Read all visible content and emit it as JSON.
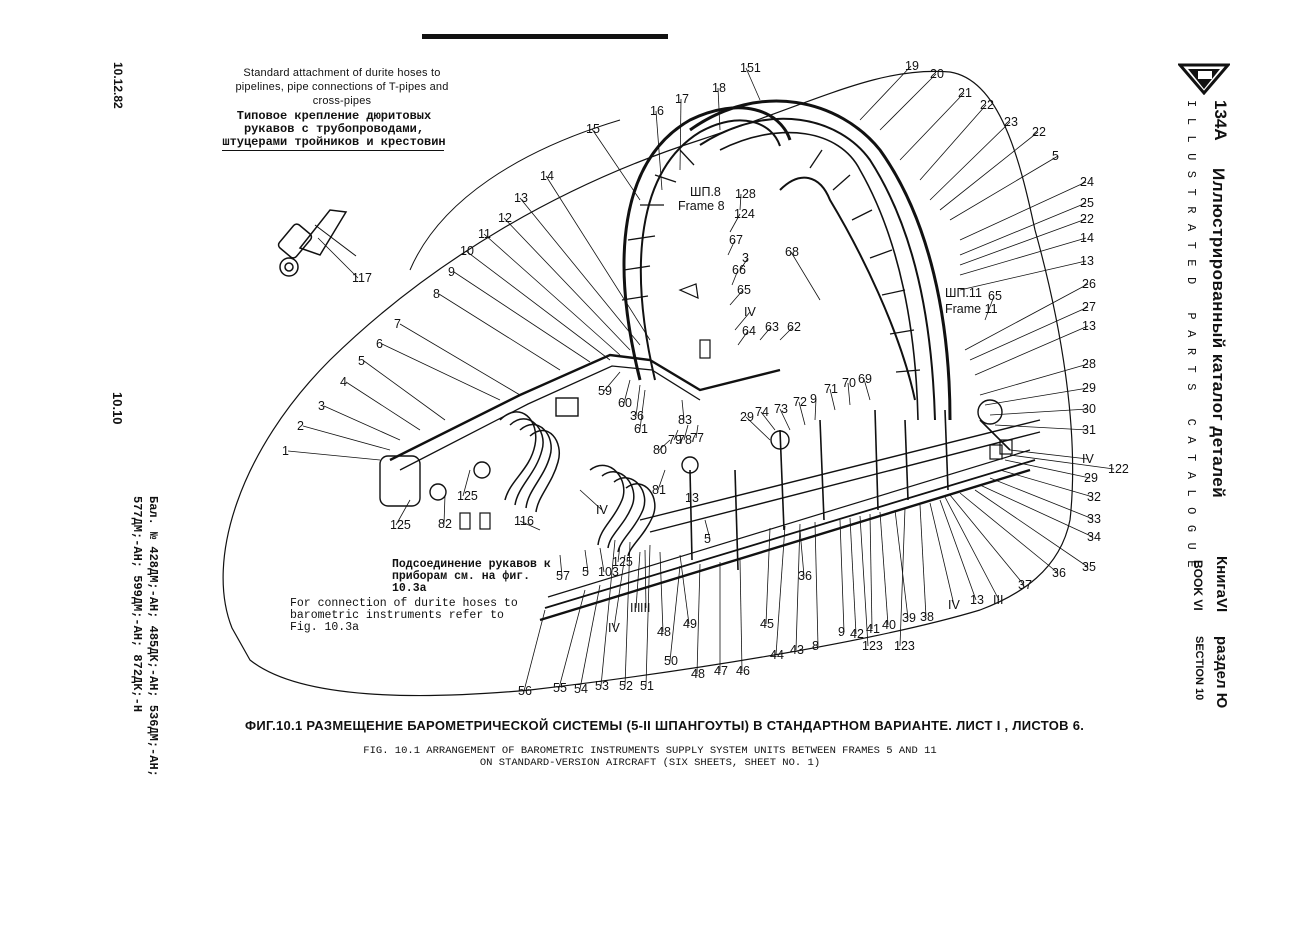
{
  "side_left": {
    "date": "10.12.82",
    "page_ref": "10.10",
    "applicability_line1": "Бал. № 428ДМ;-АН; 485ДК;-АН; 536ДМ;-АН;",
    "applicability_line2": "577ДМ;-АН; 599ДМ;-АН; 872ДК;-Н"
  },
  "side_right": {
    "model": "134A",
    "catalog_ru": "Иллюстрированный каталог деталей",
    "catalog_en": "ILLUSTRATED PARTS CATALOGUE",
    "book_ru": "КнигаVI",
    "section_ru": "раздел Ю",
    "book_en": "BOOK VI",
    "section_en": "SECTION 10"
  },
  "notes": {
    "standard_attachment_en": "Standard attachment of durite hoses to pipelines, pipe connections of T-pipes and cross-pipes",
    "standard_attachment_ru": "Типовое крепление дюритовых рукавов с трубопроводами, штуцерами тройников и крестовин",
    "connection_ru": "Подсоединение рукавов к приборам см. на фиг. 10.3а",
    "connection_en": "For connection of durite hoses to barometric instruments refer to Fig. 10.3a"
  },
  "frames": {
    "frame8_ru": "ШП.8",
    "frame8_en": "Frame 8",
    "frame11_ru": "ШП.11",
    "frame11_en": "Frame 11"
  },
  "caption": {
    "ru": "ФИГ.10.1 РАЗМЕЩЕНИЕ БАРОМЕТРИЧЕСКОЙ СИСТЕМЫ (5-II ШПАНГОУТЫ) В СТАНДАРТНОМ ВАРИАНТЕ. ЛИСТ I , ЛИСТОВ 6.",
    "en_line1": "FIG. 10.1 ARRANGEMENT OF BAROMETRIC INSTRUMENTS SUPPLY SYSTEM UNITS BETWEEN FRAMES 5 AND 11",
    "en_line2": "ON STANDARD-VERSION AIRCRAFT (SIX SHEETS, SHEET NO. 1)"
  },
  "callouts": [
    {
      "label": "117"
    },
    {
      "label": "1"
    },
    {
      "label": "2"
    },
    {
      "label": "3"
    },
    {
      "label": "4"
    },
    {
      "label": "5"
    },
    {
      "label": "6"
    },
    {
      "label": "7"
    },
    {
      "label": "8"
    },
    {
      "label": "9"
    },
    {
      "label": "10"
    },
    {
      "label": "11"
    },
    {
      "label": "12"
    },
    {
      "label": "13"
    },
    {
      "label": "14"
    },
    {
      "label": "15"
    },
    {
      "label": "16"
    },
    {
      "label": "17"
    },
    {
      "label": "18"
    },
    {
      "label": "151"
    },
    {
      "label": "19"
    },
    {
      "label": "20"
    },
    {
      "label": "21"
    },
    {
      "label": "22"
    },
    {
      "label": "23"
    },
    {
      "label": "22"
    },
    {
      "label": "5"
    },
    {
      "label": "24"
    },
    {
      "label": "25"
    },
    {
      "label": "22"
    },
    {
      "label": "14"
    },
    {
      "label": "13"
    },
    {
      "label": "26"
    },
    {
      "label": "27"
    },
    {
      "label": "13"
    },
    {
      "label": "28"
    },
    {
      "label": "29"
    },
    {
      "label": "30"
    },
    {
      "label": "31"
    },
    {
      "label": "IV"
    },
    {
      "label": "122"
    },
    {
      "label": "29"
    },
    {
      "label": "32"
    },
    {
      "label": "33"
    },
    {
      "label": "34"
    },
    {
      "label": "35"
    },
    {
      "label": "36"
    },
    {
      "label": "37"
    },
    {
      "label": "III"
    },
    {
      "label": "13"
    },
    {
      "label": "IV"
    },
    {
      "label": "38"
    },
    {
      "label": "123"
    },
    {
      "label": "39"
    },
    {
      "label": "40"
    },
    {
      "label": "41"
    },
    {
      "label": "123"
    },
    {
      "label": "42"
    },
    {
      "label": "9"
    },
    {
      "label": "8"
    },
    {
      "label": "43"
    },
    {
      "label": "44"
    },
    {
      "label": "45"
    },
    {
      "label": "46"
    },
    {
      "label": "47"
    },
    {
      "label": "48"
    },
    {
      "label": "50"
    },
    {
      "label": "49"
    },
    {
      "label": "48"
    },
    {
      "label": "51"
    },
    {
      "label": "52"
    },
    {
      "label": "53"
    },
    {
      "label": "54"
    },
    {
      "label": "55"
    },
    {
      "label": "56"
    },
    {
      "label": "57"
    },
    {
      "label": "5"
    },
    {
      "label": "103"
    },
    {
      "label": "125"
    },
    {
      "label": "116"
    },
    {
      "label": "IV"
    },
    {
      "label": "III"
    },
    {
      "label": "III"
    },
    {
      "label": "IV"
    },
    {
      "label": "82"
    },
    {
      "label": "125"
    },
    {
      "label": "125"
    },
    {
      "label": "128"
    },
    {
      "label": "124"
    },
    {
      "label": "67"
    },
    {
      "label": "3"
    },
    {
      "label": "66"
    },
    {
      "label": "65"
    },
    {
      "label": "IV"
    },
    {
      "label": "64"
    },
    {
      "label": "63"
    },
    {
      "label": "62"
    },
    {
      "label": "59"
    },
    {
      "label": "60"
    },
    {
      "label": "36"
    },
    {
      "label": "61"
    },
    {
      "label": "83"
    },
    {
      "label": "80"
    },
    {
      "label": "79"
    },
    {
      "label": "78"
    },
    {
      "label": "77"
    },
    {
      "label": "81"
    },
    {
      "label": "13"
    },
    {
      "label": "5"
    },
    {
      "label": "29"
    },
    {
      "label": "74"
    },
    {
      "label": "73"
    },
    {
      "label": "72"
    },
    {
      "label": "9"
    },
    {
      "label": "71"
    },
    {
      "label": "70"
    },
    {
      "label": "69"
    },
    {
      "label": "68"
    },
    {
      "label": "65"
    },
    {
      "label": "36"
    }
  ]
}
